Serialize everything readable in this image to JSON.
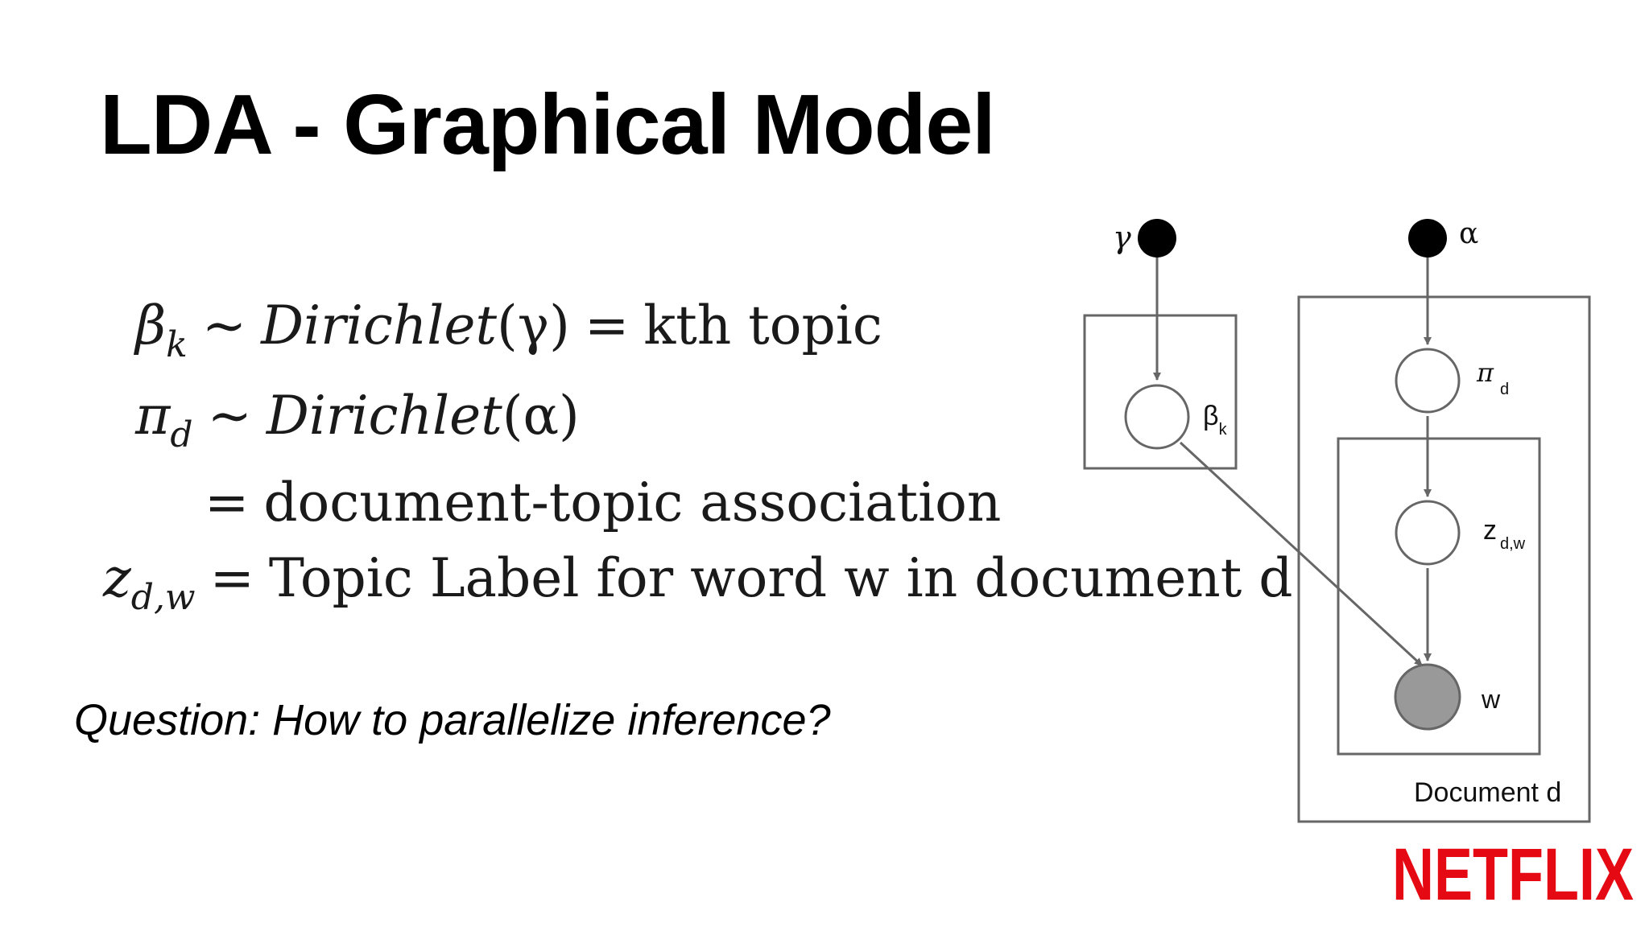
{
  "slide": {
    "title": "LDA - Graphical Model",
    "question": "Question: How to parallelize inference?"
  },
  "equations": {
    "beta": {
      "lhs": "β",
      "lhs_sub": "k",
      "rel": "∼",
      "dist": "Dirichlet",
      "param": "(γ)",
      "eq": "=",
      "rhs": "kth topic"
    },
    "pi": {
      "lhs": "π",
      "lhs_sub": "d",
      "rel": "∼",
      "dist": "Dirichlet",
      "param": "(α)"
    },
    "pi_desc": {
      "eq": "=",
      "rhs": "document-topic association"
    },
    "z": {
      "lhs": "z",
      "lhs_sub": "d,w",
      "eq": "=",
      "rhs": "Topic Label for word w in document d"
    }
  },
  "diagram": {
    "nodes": {
      "gamma": {
        "label": "γ"
      },
      "alpha": {
        "label": "α"
      },
      "beta": {
        "label": "β",
        "sub": "k"
      },
      "pi": {
        "label": "π",
        "sub": "d"
      },
      "z": {
        "label": "z",
        "sub": "d,w"
      },
      "w": {
        "label": "w"
      }
    },
    "plates": {
      "document": {
        "label": "Document d"
      }
    },
    "colors": {
      "observed_fill": "#999999",
      "hyper_fill": "#000000",
      "edge": "#666666",
      "plate": "#666666"
    }
  },
  "logo": {
    "text": "NETFLIX",
    "color": "#E50914"
  }
}
